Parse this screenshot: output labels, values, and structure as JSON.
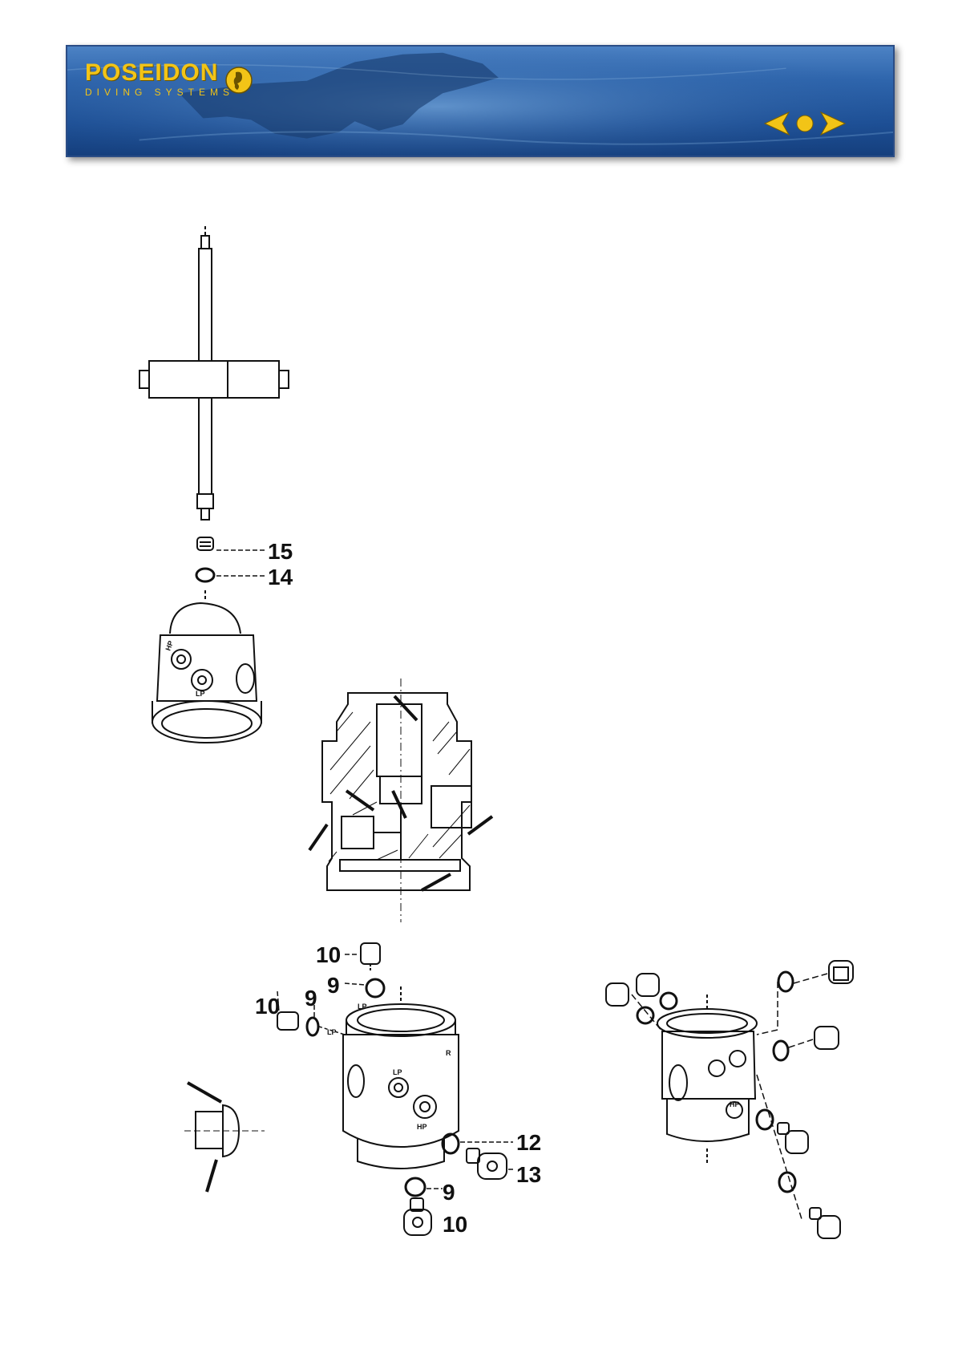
{
  "header": {
    "brand": "POSEIDON",
    "subtitle": "DIVING SYSTEMS",
    "logo_icon": "seahorse-emblem-icon",
    "nav": {
      "prev_icon": "arrow-left-icon",
      "home_icon": "dot-home-icon",
      "next_icon": "arrow-right-icon",
      "color": "#f2c417"
    }
  },
  "colors": {
    "banner": "#2f66ad",
    "accent": "#f2c417",
    "line": "#111111"
  },
  "callouts": {
    "c15": "15",
    "c14": "14",
    "c10a": "10",
    "c9a": "9",
    "c10b": "10",
    "c9b": "9",
    "c12": "12",
    "c13": "13",
    "c9c": "9",
    "c10c": "10"
  },
  "markings": {
    "hp": "HP",
    "lp": "LP",
    "r": "R"
  }
}
